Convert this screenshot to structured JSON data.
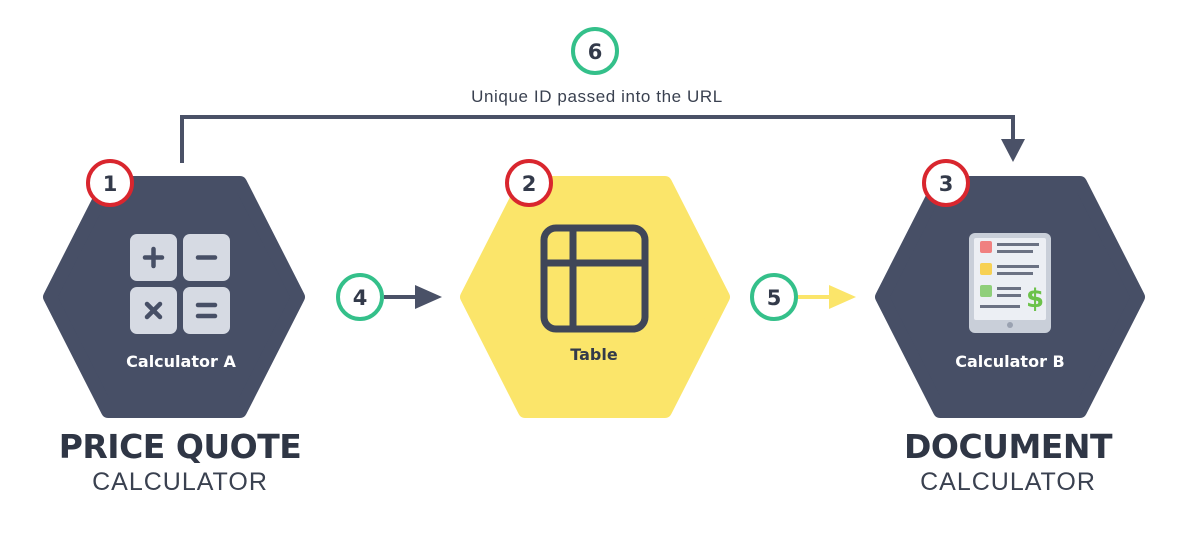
{
  "diagram": {
    "connector_label": "Unique ID passed into the URL",
    "nodes": [
      {
        "id": "calculator-a",
        "label": "Calculator A",
        "badge": "1",
        "title": "PRICE QUOTE",
        "subtitle": "CALCULATOR"
      },
      {
        "id": "table",
        "label": "Table",
        "badge": "2"
      },
      {
        "id": "calculator-b",
        "label": "Calculator B",
        "badge": "3",
        "title": "DOCUMENT",
        "subtitle": "CALCULATOR"
      }
    ],
    "steps": [
      {
        "badge": "4",
        "from": "calculator-a",
        "to": "table"
      },
      {
        "badge": "5",
        "from": "table",
        "to": "calculator-b"
      },
      {
        "badge": "6",
        "from": "calculator-a",
        "to": "calculator-b"
      }
    ],
    "colors": {
      "node_dark": "#474f66",
      "node_yellow": "#fbe56a",
      "badge_red": "#d9262e",
      "badge_green": "#34c08a",
      "arrow_dark": "#4a5167",
      "arrow_yellow": "#fbe56a",
      "text_dark": "#333a4a"
    },
    "icons": {
      "calculator-a": "calculator-icon",
      "table": "table-icon",
      "calculator-b": "invoice-document-icon"
    }
  }
}
